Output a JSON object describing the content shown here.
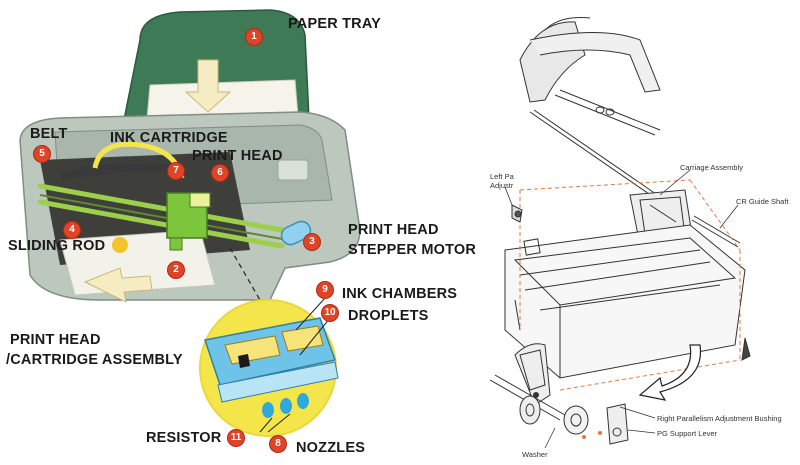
{
  "labels": {
    "paper_tray": "PAPER TRAY",
    "belt": "BELT",
    "ink_cartridge": "INK CARTRIDGE",
    "print_head": "PRINT HEAD",
    "sliding_rod": "SLIDING ROD",
    "stepper_motor_line1": "PRINT HEAD",
    "stepper_motor_line2": "STEPPER MOTOR",
    "ink_chambers": "INK CHAMBERS",
    "droplets": "DROPLETS",
    "assembly_line1": "PRINT HEAD",
    "assembly_line2": "/CARTRIDGE ASSEMBLY",
    "resistor": "RESISTOR",
    "nozzles": "NOZZLES"
  },
  "badges": {
    "b1": "1",
    "b2": "2",
    "b3": "3",
    "b4": "4",
    "b5": "5",
    "b6": "6",
    "b7": "7",
    "b8": "8",
    "b9": "9",
    "b10": "10",
    "b11": "11"
  },
  "schematic_labels": {
    "left_pa_1": "Left Pa",
    "left_pa_2": "Adjustr",
    "carriage_assembly": "Carriage Assembly",
    "cr_guide_shaft": "CR Guide Shaft",
    "right_parallelism": "Right Parallelism Adjustment Bushing",
    "pg_support_lever": "PG Support Lever",
    "washer": "Washer"
  },
  "colors": {
    "badge": "#e04428",
    "printer_body": "#bcc7bd",
    "tray_green": "#3d7a55",
    "rod_green": "#9ccf4a",
    "cartridge": "#7cc63c",
    "callout_blue": "#6ec4e8",
    "callout_yellow": "#f4e64a",
    "arrow_fill": "#f6ecc4"
  }
}
